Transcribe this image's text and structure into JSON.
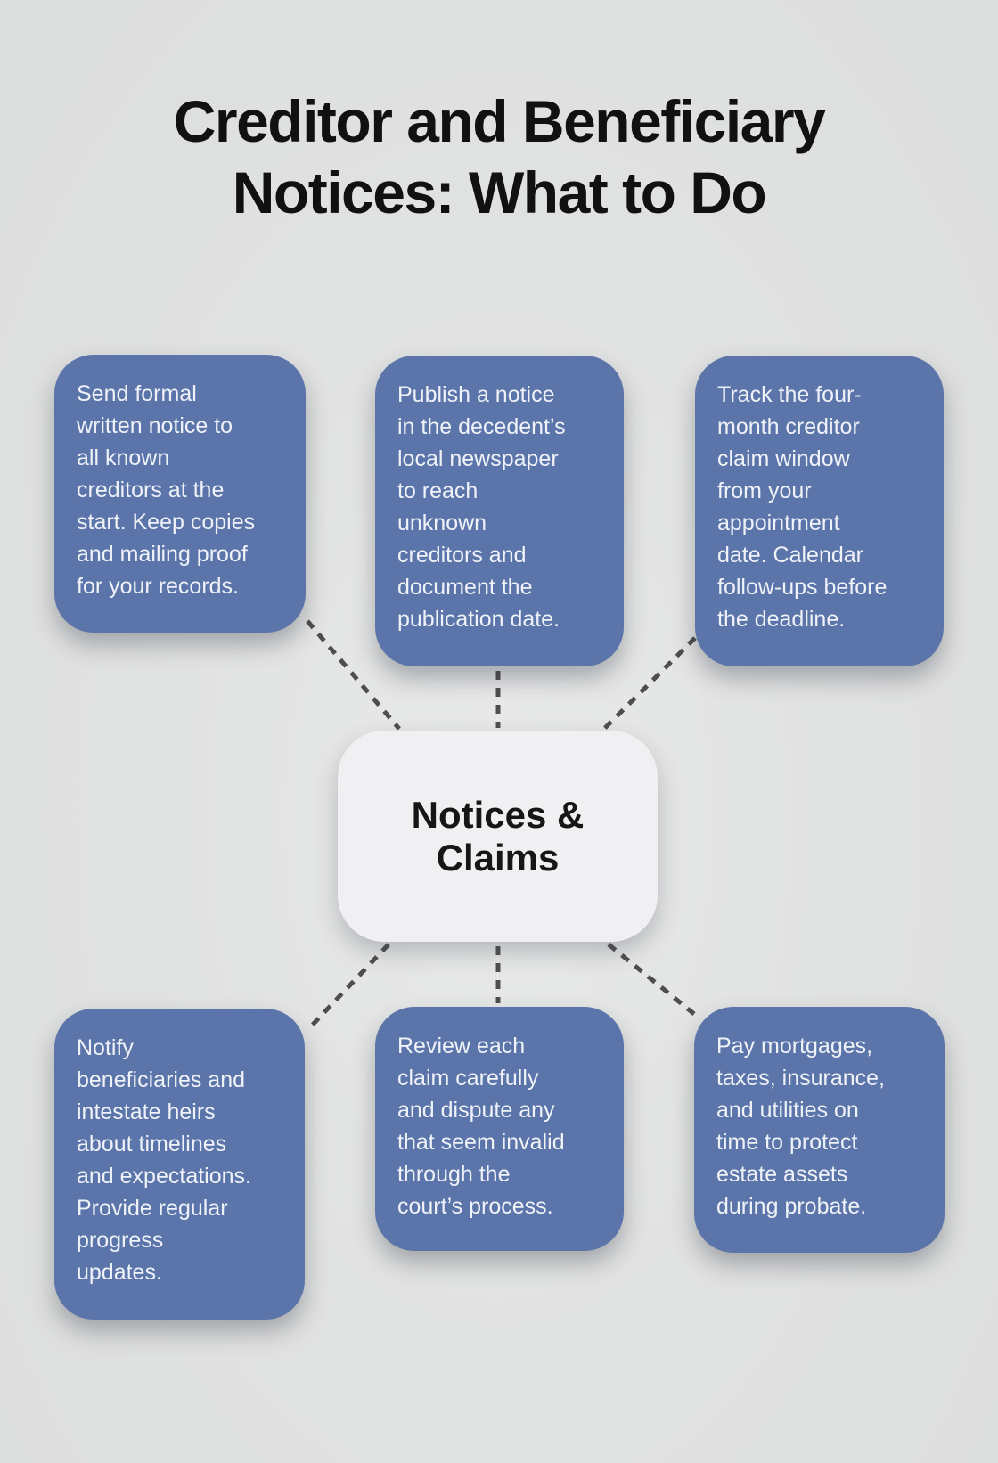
{
  "title": "Creditor and Beneficiary\nNotices: What to Do",
  "center": {
    "label": "Notices &\nClaims"
  },
  "nodes": [
    {
      "position": "top-left",
      "text": "Send formal\nwritten notice to\nall known\ncreditors at the\nstart. Keep copies\nand mailing proof\nfor your records."
    },
    {
      "position": "top-middle",
      "text": "Publish a notice\nin the decedent’s\nlocal newspaper\nto reach\nunknown\ncreditors and\ndocument the\npublication date."
    },
    {
      "position": "top-right",
      "text": "Track the four-\nmonth creditor\nclaim window\nfrom your\nappointment\ndate. Calendar\nfollow-ups before\nthe deadline."
    },
    {
      "position": "bottom-left",
      "text": "Notify\nbeneficiaries and\nintestate heirs\nabout timelines\nand expectations.\nProvide regular\nprogress\nupdates."
    },
    {
      "position": "bottom-middle",
      "text": "Review each\nclaim carefully\nand dispute any\nthat seem invalid\nthrough the\ncourt’s process."
    },
    {
      "position": "bottom-right",
      "text": "Pay mortgages,\ntaxes, insurance,\nand utilities on\ntime to protect\nestate assets\nduring probate."
    }
  ],
  "colors": {
    "background": "#e1e2e2",
    "node_fill": "#5b75ab",
    "node_text": "#eff2f7",
    "center_fill": "#f0f0f2",
    "center_text": "#161616",
    "connector": "#4e4e4e",
    "title_text": "#111111"
  }
}
